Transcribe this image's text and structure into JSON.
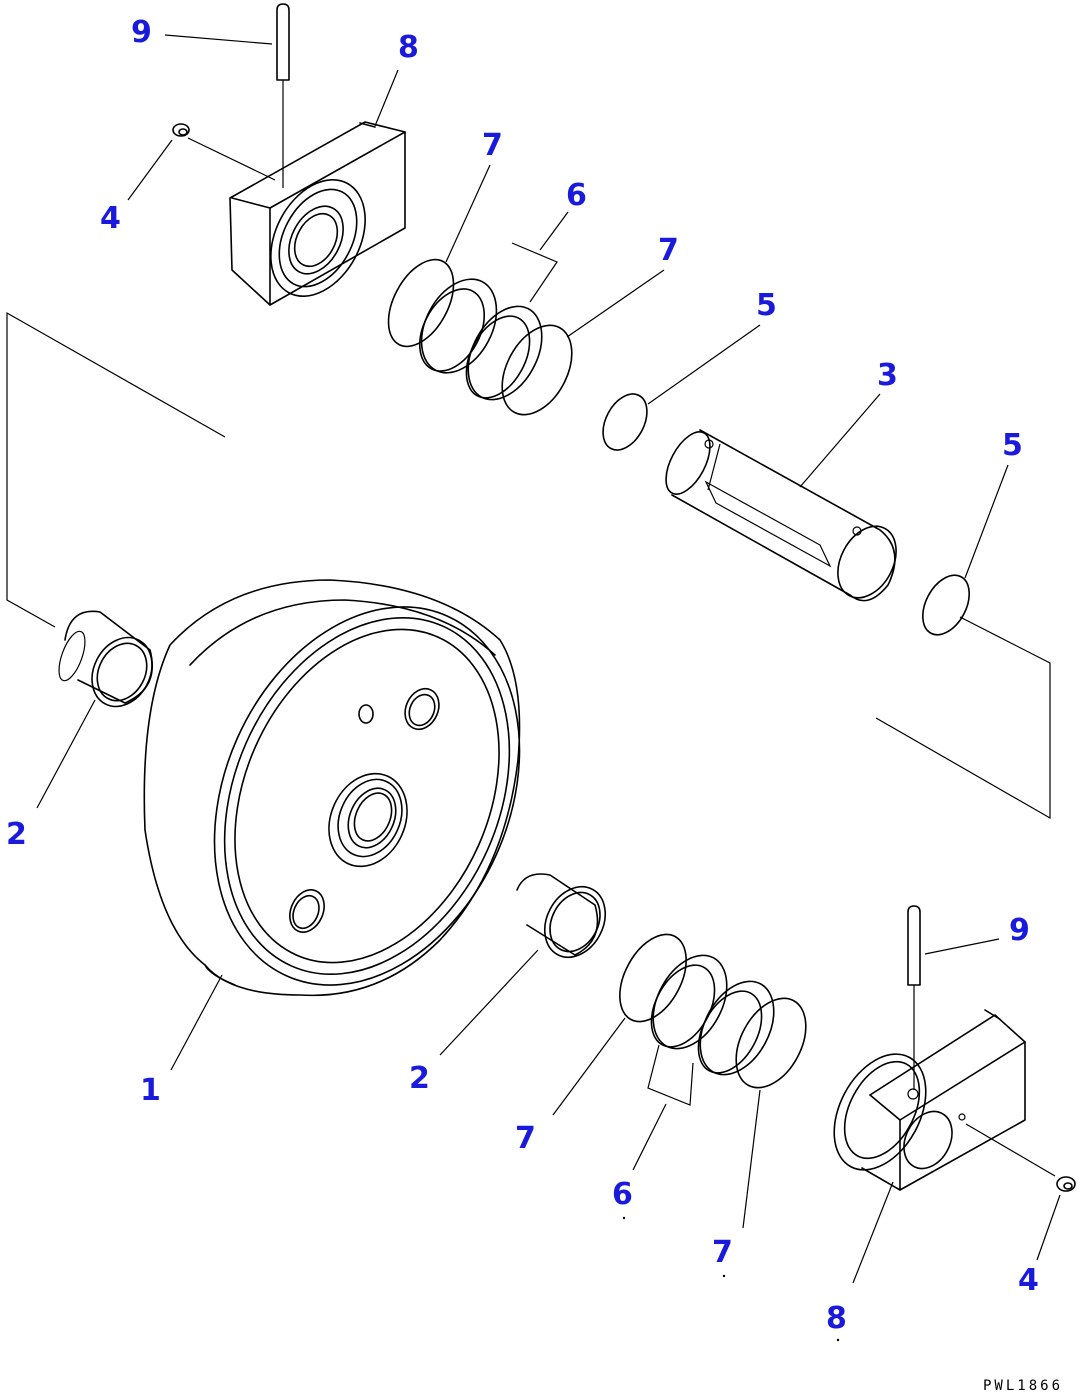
{
  "drawing_code": "PWL1866",
  "callouts": {
    "c1": "1",
    "c2a": "2",
    "c2b": "2",
    "c3": "3",
    "c4a": "4",
    "c4b": "4",
    "c5a": "5",
    "c5b": "5",
    "c6a": "6",
    "c6b": "6",
    "c7a": "7",
    "c7b": "7",
    "c7c": "7",
    "c7d": "7",
    "c8a": "8",
    "c8b": "8",
    "c9a": "9",
    "c9b": "9"
  },
  "colors": {
    "callout": "#1a1adc",
    "line": "#000000",
    "background": "#ffffff"
  }
}
